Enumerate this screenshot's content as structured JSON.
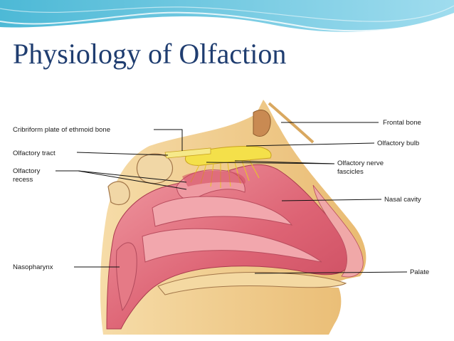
{
  "slide": {
    "title": "Physiology of Olfaction"
  },
  "diagram": {
    "labels": {
      "cribriform_plate": "Cribriform plate of ethmoid bone",
      "olfactory_tract": "Olfactory tract",
      "olfactory_recess_line1": "Olfactory",
      "olfactory_recess_line2": "recess",
      "nasopharynx": "Nasopharynx",
      "frontal_bone": "Frontal bone",
      "olfactory_bulb": "Olfactory bulb",
      "olfactory_nerve_fascicles_line1": "Olfactory nerve",
      "olfactory_nerve_fascicles_line2": "fascicles",
      "nasal_cavity": "Nasal cavity",
      "palate": "Palate"
    }
  },
  "colors": {
    "title": "#1f3d70",
    "header_wave": "#5ec3dd",
    "tissue_pink": "#d9576a",
    "tissue_light": "#ec8f98",
    "bone": "#f2cf94",
    "bone_dark": "#d9a860",
    "nerve_yellow": "#f4e04a"
  }
}
